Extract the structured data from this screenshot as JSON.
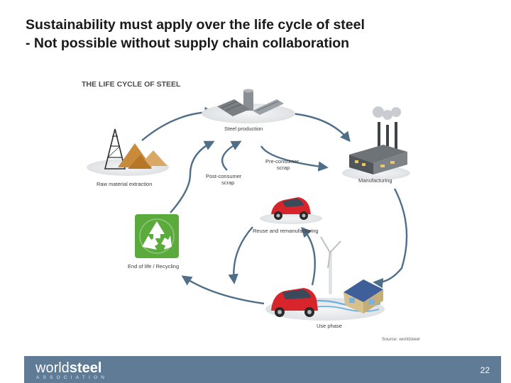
{
  "slide": {
    "title_line1": "Sustainability must apply over the life cycle of steel",
    "title_line2": "- Not possible without supply chain collaboration"
  },
  "diagram": {
    "heading": "THE LIFE CYCLE OF STEEL",
    "stages": {
      "steel_production": "Steel production",
      "manufacturing": "Manufacturing",
      "use_phase": "Use phase",
      "reuse": "Reuse and remanufacturing",
      "end_of_life": "End of life / Recycling",
      "raw_material": "Raw material extraction"
    },
    "scrap": {
      "pre_consumer_1": "Pre-consumer",
      "pre_consumer_2": "scrap",
      "post_consumer_1": "Post-consumer",
      "post_consumer_2": "scrap"
    },
    "source": "Source: worldsteel",
    "colors": {
      "arrow": "#4f6e88",
      "footer": "#5f7b96",
      "car": "#d8242b",
      "recycle": "#5aaa3c"
    }
  },
  "footer": {
    "brand_part1": "world",
    "brand_part2": "steel",
    "brand_sub": "ASSOCIATION",
    "page_number": "22"
  }
}
